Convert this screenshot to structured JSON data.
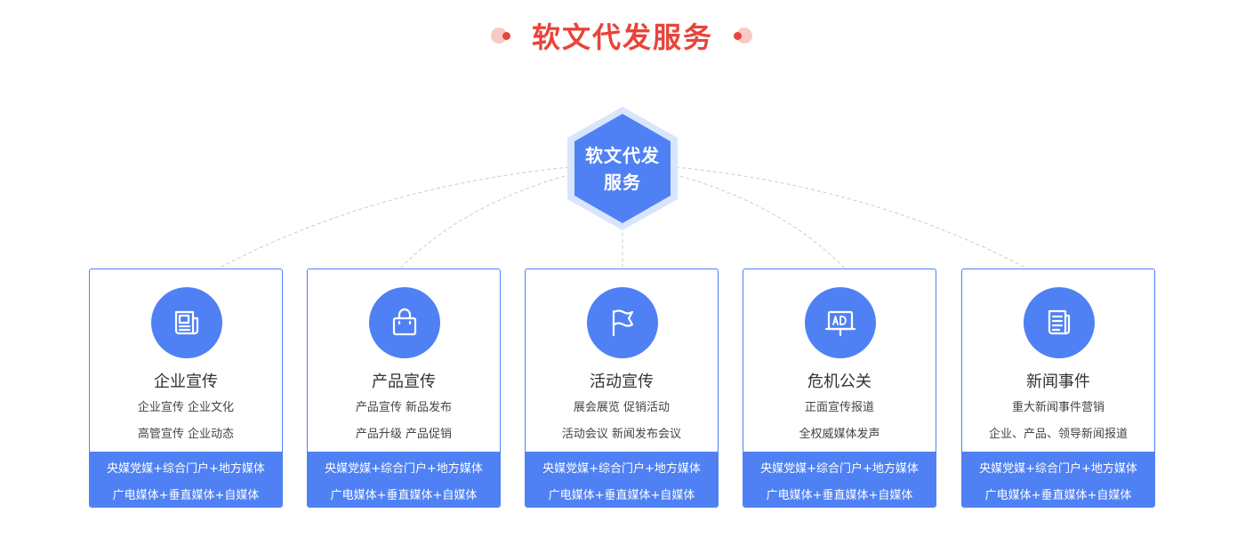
{
  "header": {
    "title": "软文代发服务"
  },
  "center": {
    "line1": "软文代发",
    "line2": "服务"
  },
  "colors": {
    "accent_blue": "#4f81f4",
    "title_red": "#e8443a",
    "hex_border": "#d9e5fd"
  },
  "cards": [
    {
      "icon": "newspaper-icon",
      "title": "企业宣传",
      "line1": "企业宣传  企业文化",
      "line2": "高管宣传  企业动态",
      "foot1": "央媒党媒+综合门户+地方媒体",
      "foot2": "广电媒体+垂直媒体+自媒体"
    },
    {
      "icon": "bag-icon",
      "title": "产品宣传",
      "line1": "产品宣传  新品发布",
      "line2": "产品升级  产品促销",
      "foot1": "央媒党媒+综合门户+地方媒体",
      "foot2": "广电媒体+垂直媒体+自媒体"
    },
    {
      "icon": "flag-icon",
      "title": "活动宣传",
      "line1": "展会展览  促销活动",
      "line2": "活动会议  新闻发布会议",
      "foot1": "央媒党媒+综合门户+地方媒体",
      "foot2": "广电媒体+垂直媒体+自媒体"
    },
    {
      "icon": "ad-board-icon",
      "title": "危机公关",
      "line1": "正面宣传报道",
      "line2": "全权威媒体发声",
      "foot1": "央媒党媒+综合门户+地方媒体",
      "foot2": "广电媒体+垂直媒体+自媒体"
    },
    {
      "icon": "document-icon",
      "title": "新闻事件",
      "line1": "重大新闻事件营销",
      "line2": "企业、产品、领导新闻报道",
      "foot1": "央媒党媒+综合门户+地方媒体",
      "foot2": "广电媒体+垂直媒体+自媒体"
    }
  ]
}
